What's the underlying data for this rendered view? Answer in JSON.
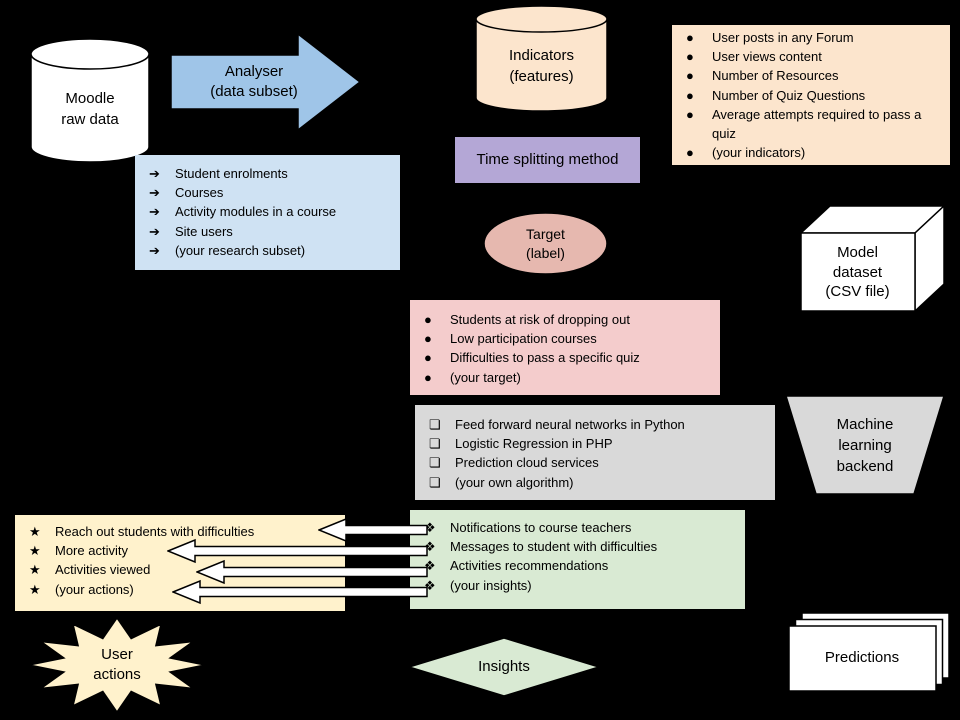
{
  "canvas": {
    "background": "#000000",
    "stroke": "#000000"
  },
  "nodes": {
    "moodle": {
      "label": "Moodle\nraw data",
      "fill": "#ffffff",
      "shape": "cylinder"
    },
    "analyser": {
      "label": "Analyser\n(data subset)",
      "fill": "#9fc5e8",
      "shape": "right-arrow"
    },
    "indicators": {
      "label": "Indicators\n(features)",
      "fill": "#fce5cd",
      "shape": "cylinder"
    },
    "time_splitting": {
      "label": "Time splitting method",
      "fill": "#b4a7d6",
      "shape": "rectangle"
    },
    "target": {
      "label": "Target\n(label)",
      "fill": "#e6b8af",
      "shape": "ellipse"
    },
    "model_dataset": {
      "label": "Model\ndataset\n(CSV file)",
      "fill": "#ffffff",
      "shape": "cube"
    },
    "ml_backend": {
      "label": "Machine\nlearning\nbackend",
      "fill": "#d9d9d9",
      "shape": "trapezoid"
    },
    "user_actions": {
      "label": "User\nactions",
      "fill": "#fff2cc",
      "shape": "starburst"
    },
    "insights_diamond": {
      "label": "Insights",
      "fill": "#d9ead3",
      "shape": "diamond"
    },
    "predictions": {
      "label": "Predictions",
      "fill": "#ffffff",
      "shape": "stacked-papers"
    }
  },
  "lists": {
    "indicator_examples": {
      "bullet": "●",
      "fill": "#fce5cd",
      "items": [
        "User posts in any Forum",
        "User views content",
        "Number of Resources",
        "Number of Quiz Questions",
        "Average attempts required to pass a quiz",
        "(your indicators)"
      ]
    },
    "data_subset": {
      "bullet": "➔",
      "fill": "#cfe2f3",
      "items": [
        "Student enrolments",
        "Courses",
        "Activity modules in a course",
        "Site users",
        "(your research subset)"
      ]
    },
    "target_examples": {
      "bullet": "●",
      "fill": "#f4cccc",
      "items": [
        "Students at risk of dropping out",
        "Low participation courses",
        "Difficulties to pass a specific quiz",
        "(your target)"
      ]
    },
    "algorithms": {
      "bullet": "❏",
      "fill": "#d9d9d9",
      "items": [
        "Feed forward neural networks in Python",
        "Logistic Regression in PHP",
        "Prediction cloud services",
        "(your own algorithm)"
      ]
    },
    "actions": {
      "bullet": "★",
      "fill": "#fff2cc",
      "items": [
        "Reach out students with difficulties",
        "More activity",
        "Activities viewed",
        "(your actions)"
      ]
    },
    "insight_examples": {
      "bullet": "❖",
      "fill": "#d9ead3",
      "items": [
        "Notifications to course teachers",
        "Messages to student with difficulties",
        "Activities recommendations",
        "(your insights)"
      ]
    }
  }
}
